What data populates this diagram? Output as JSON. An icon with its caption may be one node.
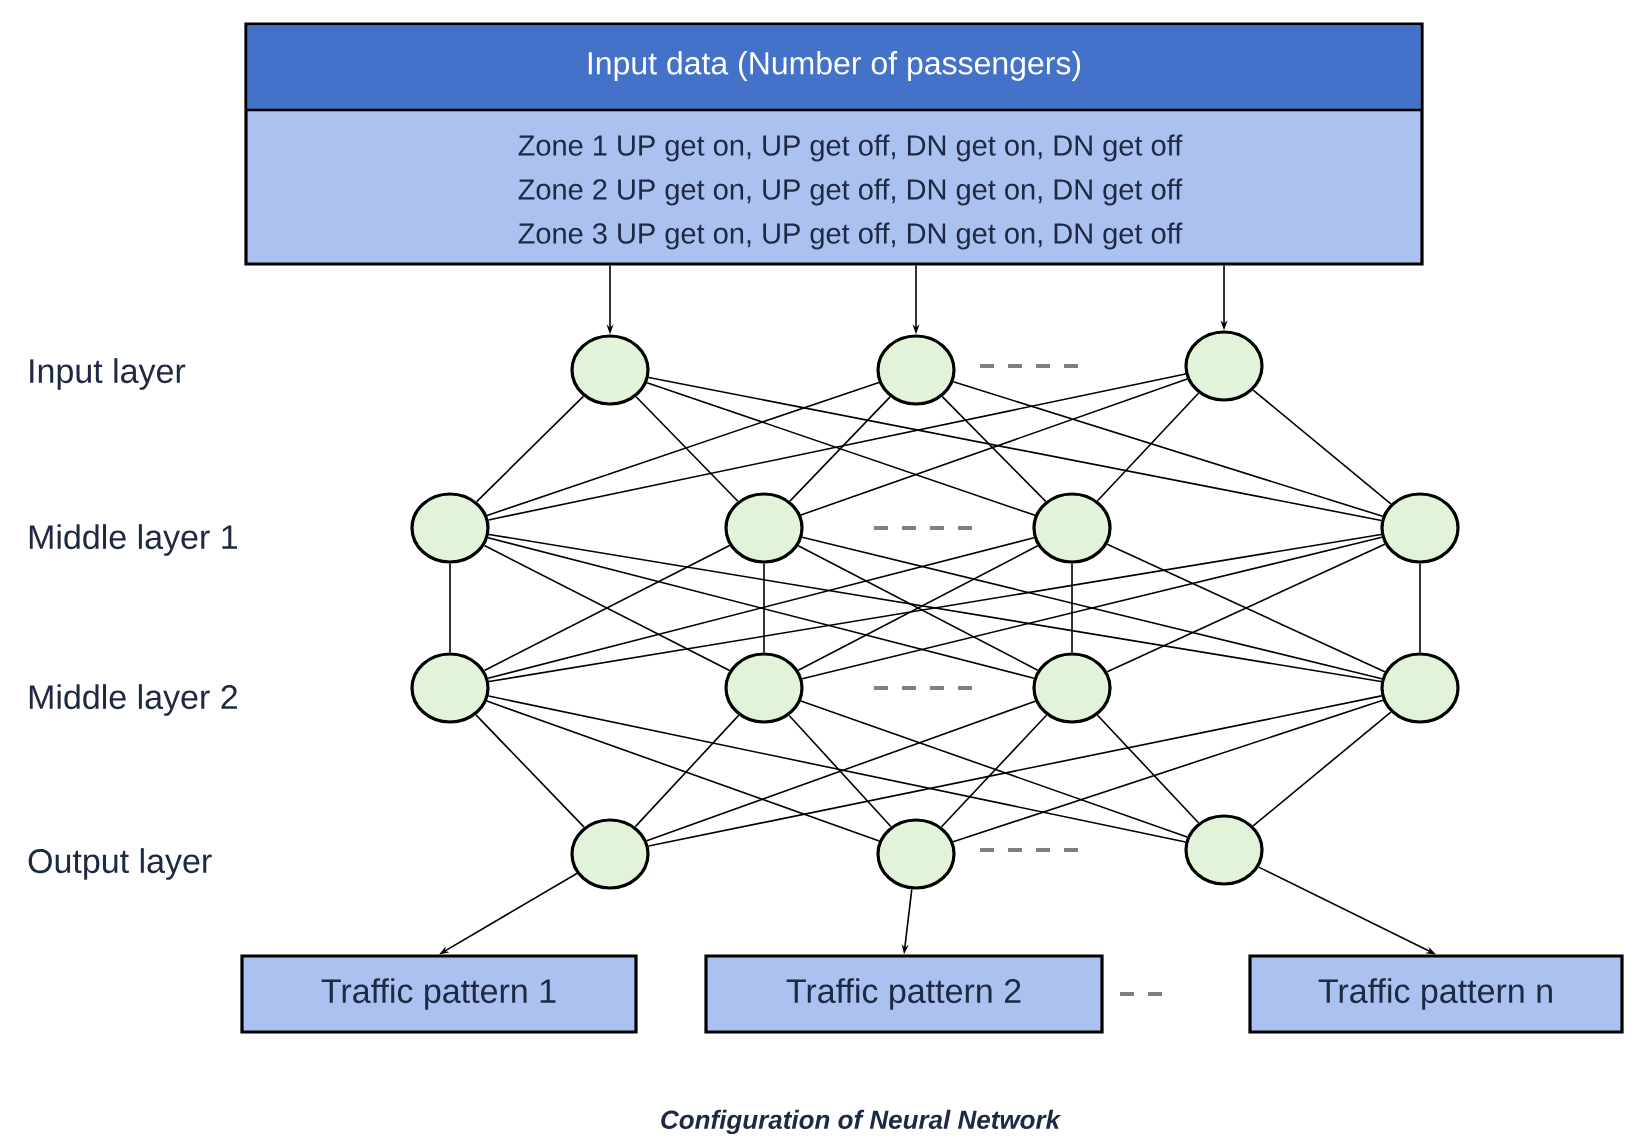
{
  "diagram": {
    "caption": "Configuration of Neural Network",
    "nodes": [
      {
        "text": [
          "Input data (Number of passengers)",
          "Zone 1 UP get on, UP get off, DN get on, DN get off",
          "Zone 2 UP get on, UP get off, DN get on, DN get off",
          "Zone 3 UP get on, UP get off, DN get on, DN get off"
        ]
      },
      {
        "text": [],
        "shape": "circle"
      },
      {
        "text": [],
        "shape": "circle"
      },
      {
        "text": [],
        "shape": "circle"
      },
      {
        "text": [],
        "shape": "circle"
      },
      {
        "text": [],
        "shape": "circle"
      },
      {
        "text": [],
        "shape": "circle"
      },
      {
        "text": [],
        "shape": "circle"
      },
      {
        "text": [],
        "shape": "circle"
      },
      {
        "text": [],
        "shape": "circle"
      },
      {
        "text": [],
        "shape": "circle"
      },
      {
        "text": [],
        "shape": "circle"
      },
      {
        "text": [],
        "shape": "circle"
      },
      {
        "text": [],
        "shape": "circle"
      },
      {
        "text": [],
        "shape": "circle"
      },
      {
        "text": [
          "Traffic pattern 1"
        ]
      },
      {
        "text": [
          "Traffic pattern 2"
        ]
      },
      {
        "text": [
          "Traffic pattern n"
        ]
      }
    ],
    "edges": [
      {
        "from": 0,
        "to": 1,
        "arrow": "to"
      },
      {
        "from": 0,
        "to": 2,
        "arrow": "to"
      },
      {
        "from": 0,
        "to": 3,
        "arrow": "to"
      },
      {
        "from": 1,
        "to": 4,
        "arrow": "none"
      },
      {
        "from": 1,
        "to": 5,
        "arrow": "none"
      },
      {
        "from": 1,
        "to": 6,
        "arrow": "none"
      },
      {
        "from": 1,
        "to": 7,
        "arrow": "none"
      },
      {
        "from": 2,
        "to": 4,
        "arrow": "none"
      },
      {
        "from": 2,
        "to": 5,
        "arrow": "none"
      },
      {
        "from": 2,
        "to": 6,
        "arrow": "none"
      },
      {
        "from": 2,
        "to": 7,
        "arrow": "none"
      },
      {
        "from": 3,
        "to": 4,
        "arrow": "none"
      },
      {
        "from": 3,
        "to": 5,
        "arrow": "none"
      },
      {
        "from": 3,
        "to": 6,
        "arrow": "none"
      },
      {
        "from": 3,
        "to": 7,
        "arrow": "none"
      },
      {
        "from": 4,
        "to": 8,
        "arrow": "none"
      },
      {
        "from": 4,
        "to": 9,
        "arrow": "none"
      },
      {
        "from": 4,
        "to": 10,
        "arrow": "none"
      },
      {
        "from": 4,
        "to": 11,
        "arrow": "none"
      },
      {
        "from": 5,
        "to": 8,
        "arrow": "none"
      },
      {
        "from": 5,
        "to": 9,
        "arrow": "none"
      },
      {
        "from": 5,
        "to": 10,
        "arrow": "none"
      },
      {
        "from": 5,
        "to": 11,
        "arrow": "none"
      },
      {
        "from": 6,
        "to": 8,
        "arrow": "none"
      },
      {
        "from": 6,
        "to": 9,
        "arrow": "none"
      },
      {
        "from": 6,
        "to": 10,
        "arrow": "none"
      },
      {
        "from": 6,
        "to": 11,
        "arrow": "none"
      },
      {
        "from": 7,
        "to": 8,
        "arrow": "none"
      },
      {
        "from": 7,
        "to": 9,
        "arrow": "none"
      },
      {
        "from": 7,
        "to": 10,
        "arrow": "none"
      },
      {
        "from": 7,
        "to": 11,
        "arrow": "none"
      },
      {
        "from": 8,
        "to": 12,
        "arrow": "none"
      },
      {
        "from": 8,
        "to": 13,
        "arrow": "none"
      },
      {
        "from": 8,
        "to": 14,
        "arrow": "none"
      },
      {
        "from": 9,
        "to": 12,
        "arrow": "none"
      },
      {
        "from": 9,
        "to": 13,
        "arrow": "none"
      },
      {
        "from": 9,
        "to": 14,
        "arrow": "none"
      },
      {
        "from": 10,
        "to": 12,
        "arrow": "none"
      },
      {
        "from": 10,
        "to": 13,
        "arrow": "none"
      },
      {
        "from": 10,
        "to": 14,
        "arrow": "none"
      },
      {
        "from": 11,
        "to": 12,
        "arrow": "none"
      },
      {
        "from": 11,
        "to": 13,
        "arrow": "none"
      },
      {
        "from": 11,
        "to": 14,
        "arrow": "none"
      },
      {
        "from": 12,
        "to": 15,
        "arrow": "to"
      },
      {
        "from": 13,
        "to": 16,
        "arrow": "to"
      },
      {
        "from": 14,
        "to": 17,
        "arrow": "to"
      }
    ],
    "labels": [
      "Input layer",
      "Middle layer 1",
      "Middle layer 2",
      "Output layer"
    ]
  }
}
